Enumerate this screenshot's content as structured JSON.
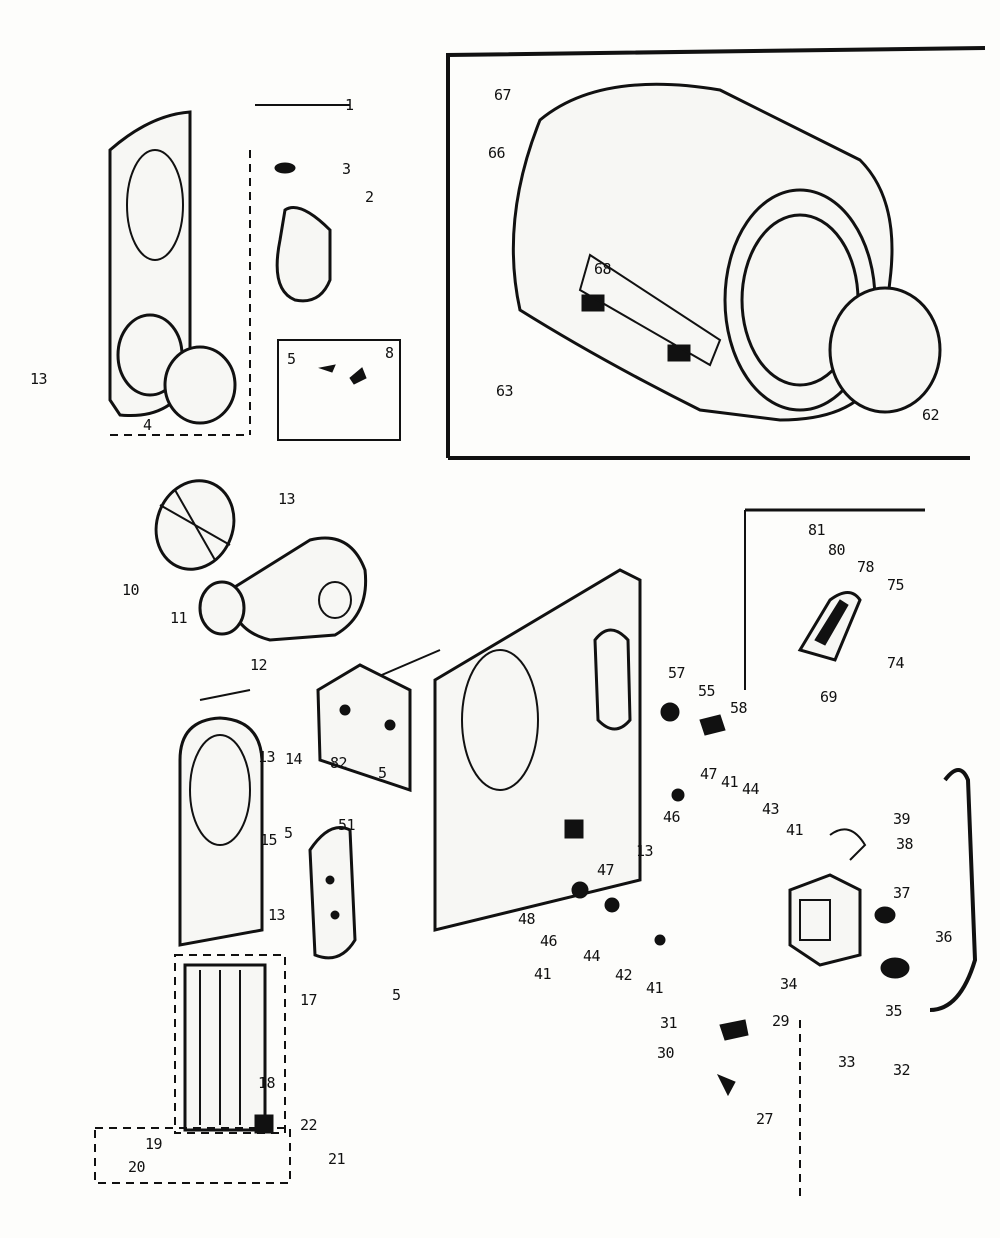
{
  "labels": [
    "1",
    "2",
    "3",
    "4",
    "5",
    "8",
    "13",
    "66",
    "67",
    "68",
    "63",
    "62",
    "10",
    "11",
    "13",
    "12",
    "13",
    "14",
    "15",
    "5",
    "13",
    "17",
    "18",
    "19",
    "20",
    "21",
    "22",
    "82",
    "5",
    "51",
    "5",
    "13",
    "57",
    "55",
    "58",
    "47",
    "41",
    "44",
    "43",
    "41",
    "46",
    "47",
    "44",
    "41",
    "42",
    "41",
    "48",
    "46",
    "81",
    "80",
    "78",
    "75",
    "74",
    "69",
    "39",
    "38",
    "37",
    "36",
    "34",
    "35",
    "33",
    "32",
    "31",
    "29",
    "30",
    "27"
  ]
}
